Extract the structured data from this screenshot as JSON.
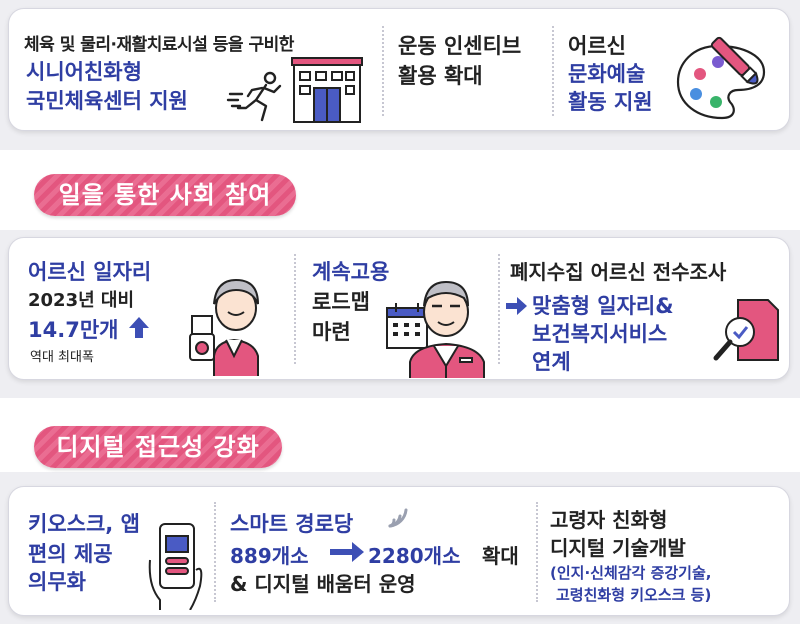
{
  "section1": {
    "col1": {
      "line1": "체육 및 물리·재활치료시설 등을 구비한",
      "line2": "시니어친화형",
      "line3": "국민체육센터 지원"
    },
    "col2": {
      "line1": "운동 인센티브",
      "line2": "활용 확대"
    },
    "col3": {
      "line1": "어르신",
      "line2": "문화예술",
      "line3": "활동 지원"
    }
  },
  "section2": {
    "title": "일을 통한 사회 참여",
    "col1": {
      "line1": "어르신 일자리",
      "line2": "2023년 대비",
      "line3": "14.7만개",
      "line4": "역대 최대폭"
    },
    "col2": {
      "line1": "계속고용",
      "line2": "로드맵",
      "line3": "마련"
    },
    "col3": {
      "line1": "폐지수집 어르신 전수조사",
      "line2": "맞춤형 일자리&",
      "line3": "보건복지서비스",
      "line4": "연계"
    }
  },
  "section3": {
    "title": "디지털 접근성 강화",
    "col1": {
      "line1": "키오스크, 앱",
      "line2": "편의 제공",
      "line3": "의무화"
    },
    "col2": {
      "line1": "스마트 경로당",
      "from": "889개소",
      "to": "2280개소",
      "suffix": "확대",
      "line3": "& 디지털 배움터 운영"
    },
    "col3": {
      "line1": "고령자 친화형",
      "line2": "디지털 기술개발",
      "line3": "(인지·신체감각 증강기술,",
      "line4": "고령친화형 키오스크 등)"
    }
  },
  "colors": {
    "navy": "#2f3ea3",
    "pink": "#e3567f",
    "arrow": "#3d4fb5",
    "text": "#222222"
  },
  "icons": [
    "running-person-icon",
    "building-icon",
    "paint-palette-icon",
    "senior-woman-icon",
    "senior-man-icon",
    "calendar-icon",
    "document-search-icon",
    "smartphone-hand-icon",
    "wifi-signal-icon",
    "arrow-up-icon",
    "arrow-right-icon"
  ]
}
